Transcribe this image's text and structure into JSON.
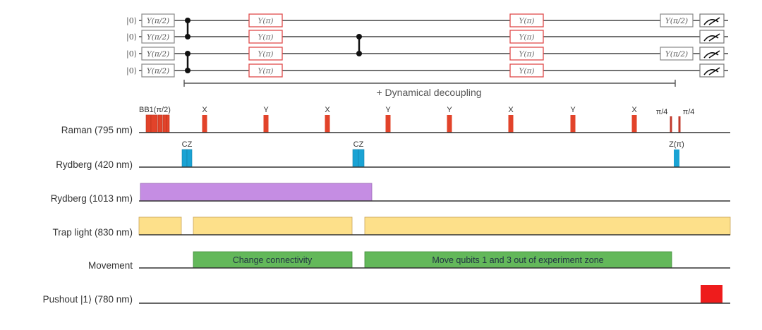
{
  "circuit": {
    "ket": "|0⟩",
    "gate_half": "Y(π/2)",
    "gate_pi": "Y(π)",
    "bracket_label": "+ Dynamical decoupling"
  },
  "channels": {
    "raman": {
      "label": "Raman (795 nm)",
      "color": "#e2432a",
      "pulse_labels": [
        "BB1(π/2)",
        "X",
        "Y",
        "X",
        "Y",
        "Y",
        "X",
        "Y",
        "X",
        "π/4",
        "π/4"
      ]
    },
    "rydberg420": {
      "label": "Rydberg (420 nm)",
      "color": "#1aa3d4",
      "pulse_labels": [
        "CZ",
        "CZ",
        "Z(π)"
      ]
    },
    "rydberg1013": {
      "label": "Rydberg (1013 nm)",
      "color": "#c58de3"
    },
    "trap": {
      "label": "Trap light (830 nm)",
      "color": "#fde08a"
    },
    "movement": {
      "label": "Movement",
      "color": "#63b85a",
      "segments": [
        "Change connectivity",
        "Move qubits 1 and 3 out of experiment zone"
      ]
    },
    "pushout": {
      "label": "Pushout |1⟩ (780 nm)",
      "color": "#ee1c1c"
    }
  }
}
